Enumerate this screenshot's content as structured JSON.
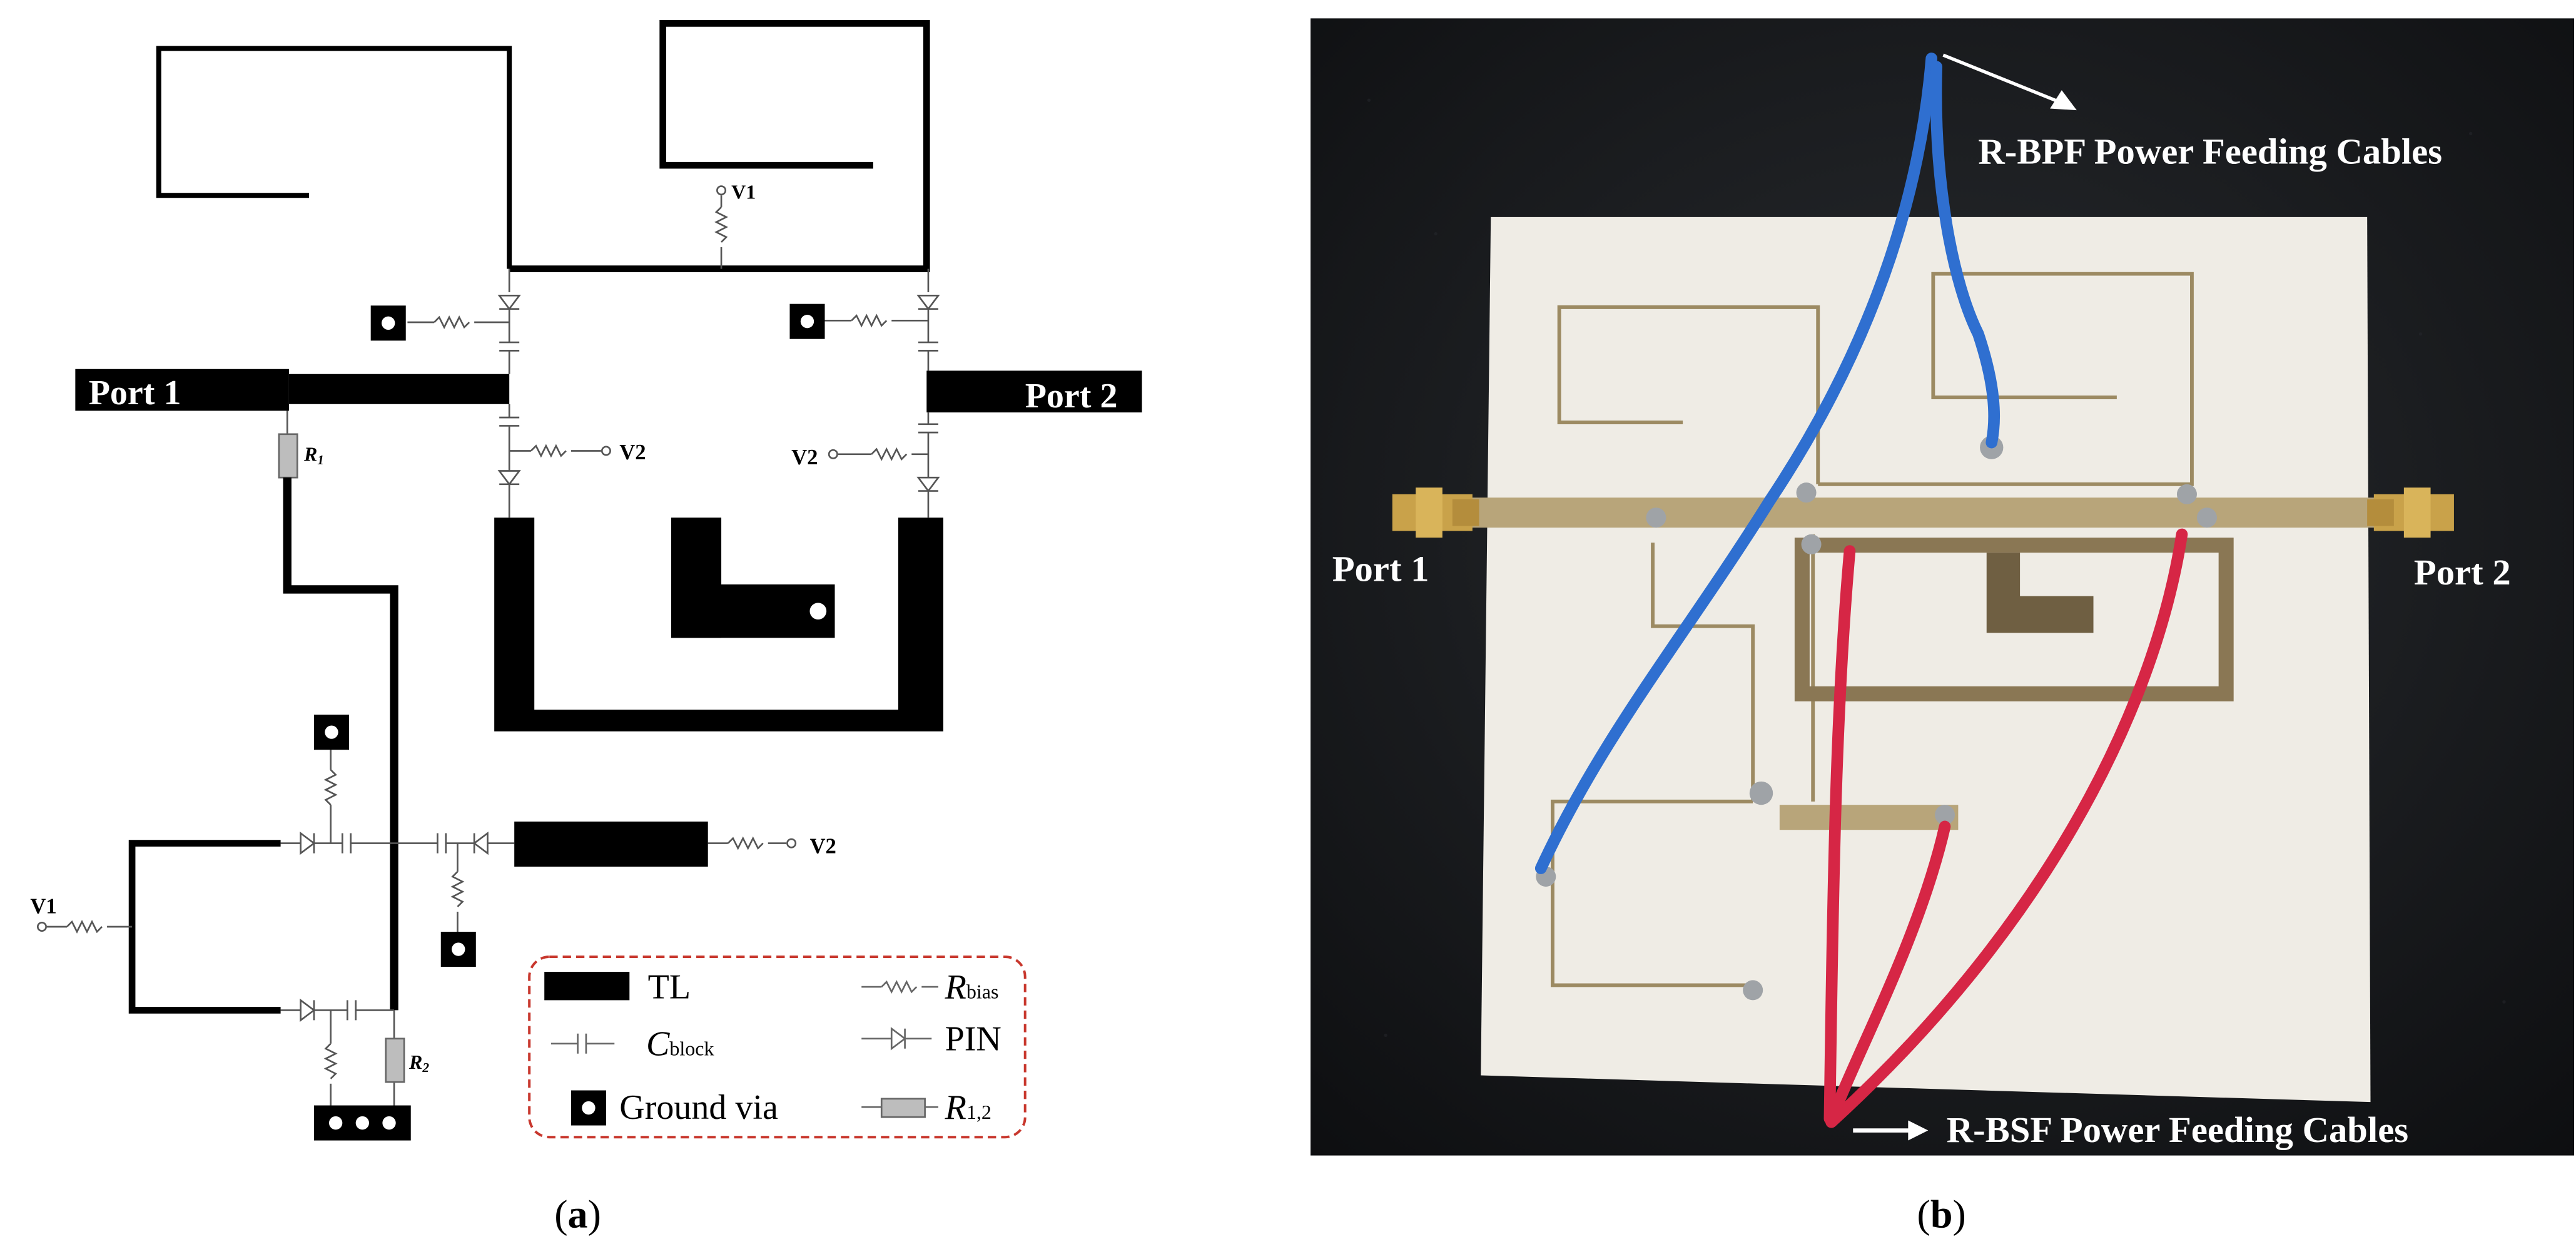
{
  "panel_a": {
    "port1": "Port 1",
    "port2": "Port 2",
    "v1_top": "V1",
    "v2_left": "V2",
    "v2_right": "V2",
    "v2_lower": "V2",
    "v1_lower": "V1",
    "r1_main": "R",
    "r1_sub": "1",
    "r2_main": "R",
    "r2_sub": "2",
    "legend": {
      "tl": "TL",
      "rbias_main": "R",
      "rbias_sub": "bias",
      "cblock_main": "C",
      "cblock_sub": "block",
      "pin": "PIN",
      "ground_via": "Ground via",
      "r12_main": "R",
      "r12_sub": "1,2"
    },
    "caption_open": "(",
    "caption_letter": "a",
    "caption_close": ")"
  },
  "panel_b": {
    "bpf_label": "R-BPF Power Feeding Cables",
    "bsf_label": "R-BSF Power Feeding Cables",
    "port1": "Port 1",
    "port2": "Port 2",
    "caption_open": "(",
    "caption_letter": "b",
    "caption_close": ")"
  },
  "colors": {
    "blue_cable": "#2f6fd0",
    "red_cable": "#d62645",
    "legend_border": "#c8372d",
    "photo_bg": "#15171a",
    "board": "#f1ede4",
    "trace": "#9c8a62"
  }
}
